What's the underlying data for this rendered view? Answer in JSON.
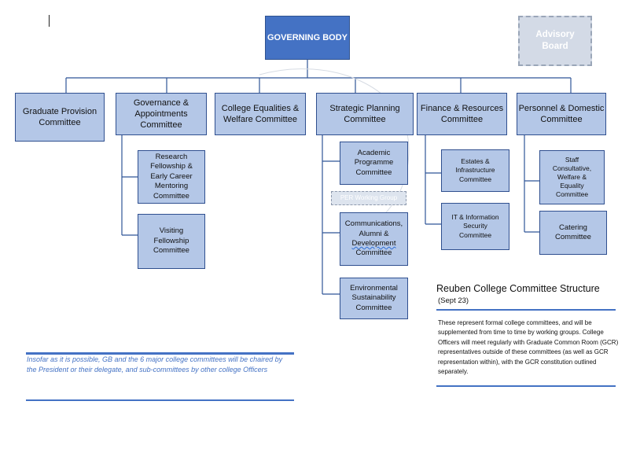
{
  "governing_body": "GOVERNING BODY",
  "advisory_board": [
    "Advisory",
    "Board"
  ],
  "committees": [
    {
      "id": "graduate-provision",
      "lines": [
        "Graduate Provision",
        "Committee"
      ]
    },
    {
      "id": "governance",
      "lines": [
        "Governance &",
        "Appointments",
        "Committee"
      ]
    },
    {
      "id": "equalities",
      "lines": [
        "College Equalities &",
        "Welfare Committee"
      ]
    },
    {
      "id": "strategic-planning",
      "lines": [
        "Strategic Planning",
        "Committee"
      ]
    },
    {
      "id": "finance",
      "lines": [
        "Finance & Resources",
        "Committee"
      ]
    },
    {
      "id": "personnel",
      "lines": [
        "Personnel & Domestic",
        "Committee"
      ]
    }
  ],
  "subcommittees": [
    {
      "id": "research-fellowship",
      "lines": [
        "Research",
        "Fellowship &",
        "Early Career",
        "Mentoring",
        "Committee"
      ]
    },
    {
      "id": "visiting-fellowship",
      "lines": [
        "Visiting",
        "Fellowship",
        "Committee"
      ]
    },
    {
      "id": "academic-programme",
      "lines": [
        "Academic",
        "Programme",
        "Committee"
      ]
    },
    {
      "id": "communications",
      "lines": [
        "Communications,",
        "Alumni &",
        "Development",
        "Committee"
      ]
    },
    {
      "id": "environmental",
      "lines": [
        "Environmental",
        "Sustainability",
        "Committee"
      ]
    },
    {
      "id": "estates",
      "lines": [
        "Estates &",
        "Infrastructure",
        "Committee"
      ]
    },
    {
      "id": "it-security",
      "lines": [
        "IT & Information",
        "Security",
        "Committee"
      ]
    },
    {
      "id": "staff-consultative",
      "lines": [
        "Staff",
        "Consultative,",
        "Welfare &",
        "Equality",
        "Committee"
      ]
    },
    {
      "id": "catering",
      "lines": [
        "Catering",
        "Committee"
      ]
    }
  ],
  "working_group": "PER Working Group",
  "footnote": "Insofar as it is possible, GB and the 6 major college committees will be chaired by the President or their delegate, and sub-committees by other college Officers",
  "structure_title": "Reuben College Committee Structure",
  "structure_date": "(Sept 23)",
  "structure_description": "These represent formal college committees, and will be supplemented from time to time by working groups. College Officers will meet regularly with Graduate Common Room (GCR) representatives outside of these committees (as well as GCR representation within), with the GCR constitution outlined separately.",
  "colors": {
    "governing_body": "#4472c4",
    "committee": "#b4c7e7",
    "border": "#2f4f8f",
    "accent": "#4472c4"
  }
}
